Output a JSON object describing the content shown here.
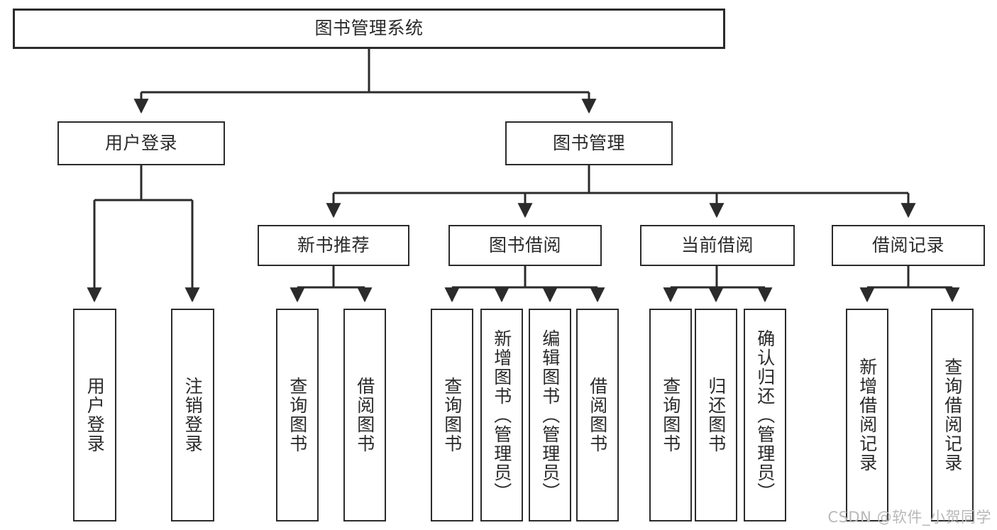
{
  "diagram": {
    "title": "图书管理系统",
    "watermark": "CSDN @软件_小贺同学",
    "line_color": "#2b2b2b",
    "text_color": "#2a2a2a",
    "background": "#ffffff",
    "nodes": {
      "root": "图书管理系统",
      "user_login": "用户登录",
      "book_manage": "图书管理",
      "new_book_rec": "新书推荐",
      "book_borrow": "图书借阅",
      "current_borrow": "当前借阅",
      "borrow_record": "借阅记录",
      "leaf_user_login": "用户登录",
      "leaf_logout": "注销登录",
      "leaf_query_book_1": "查询图书",
      "leaf_borrow_book_1": "借阅图书",
      "leaf_query_book_2": "查询图书",
      "leaf_add_book_admin": "新增图书（管理员）",
      "leaf_edit_book_admin": "编辑图书（管理员）",
      "leaf_borrow_book_2": "借阅图书",
      "leaf_query_book_3": "查询图书",
      "leaf_return_book": "归还图书",
      "leaf_confirm_return_admin": "确认归还（管理员）",
      "leaf_add_record": "新增借阅记录",
      "leaf_query_record": "查询借阅记录"
    }
  }
}
